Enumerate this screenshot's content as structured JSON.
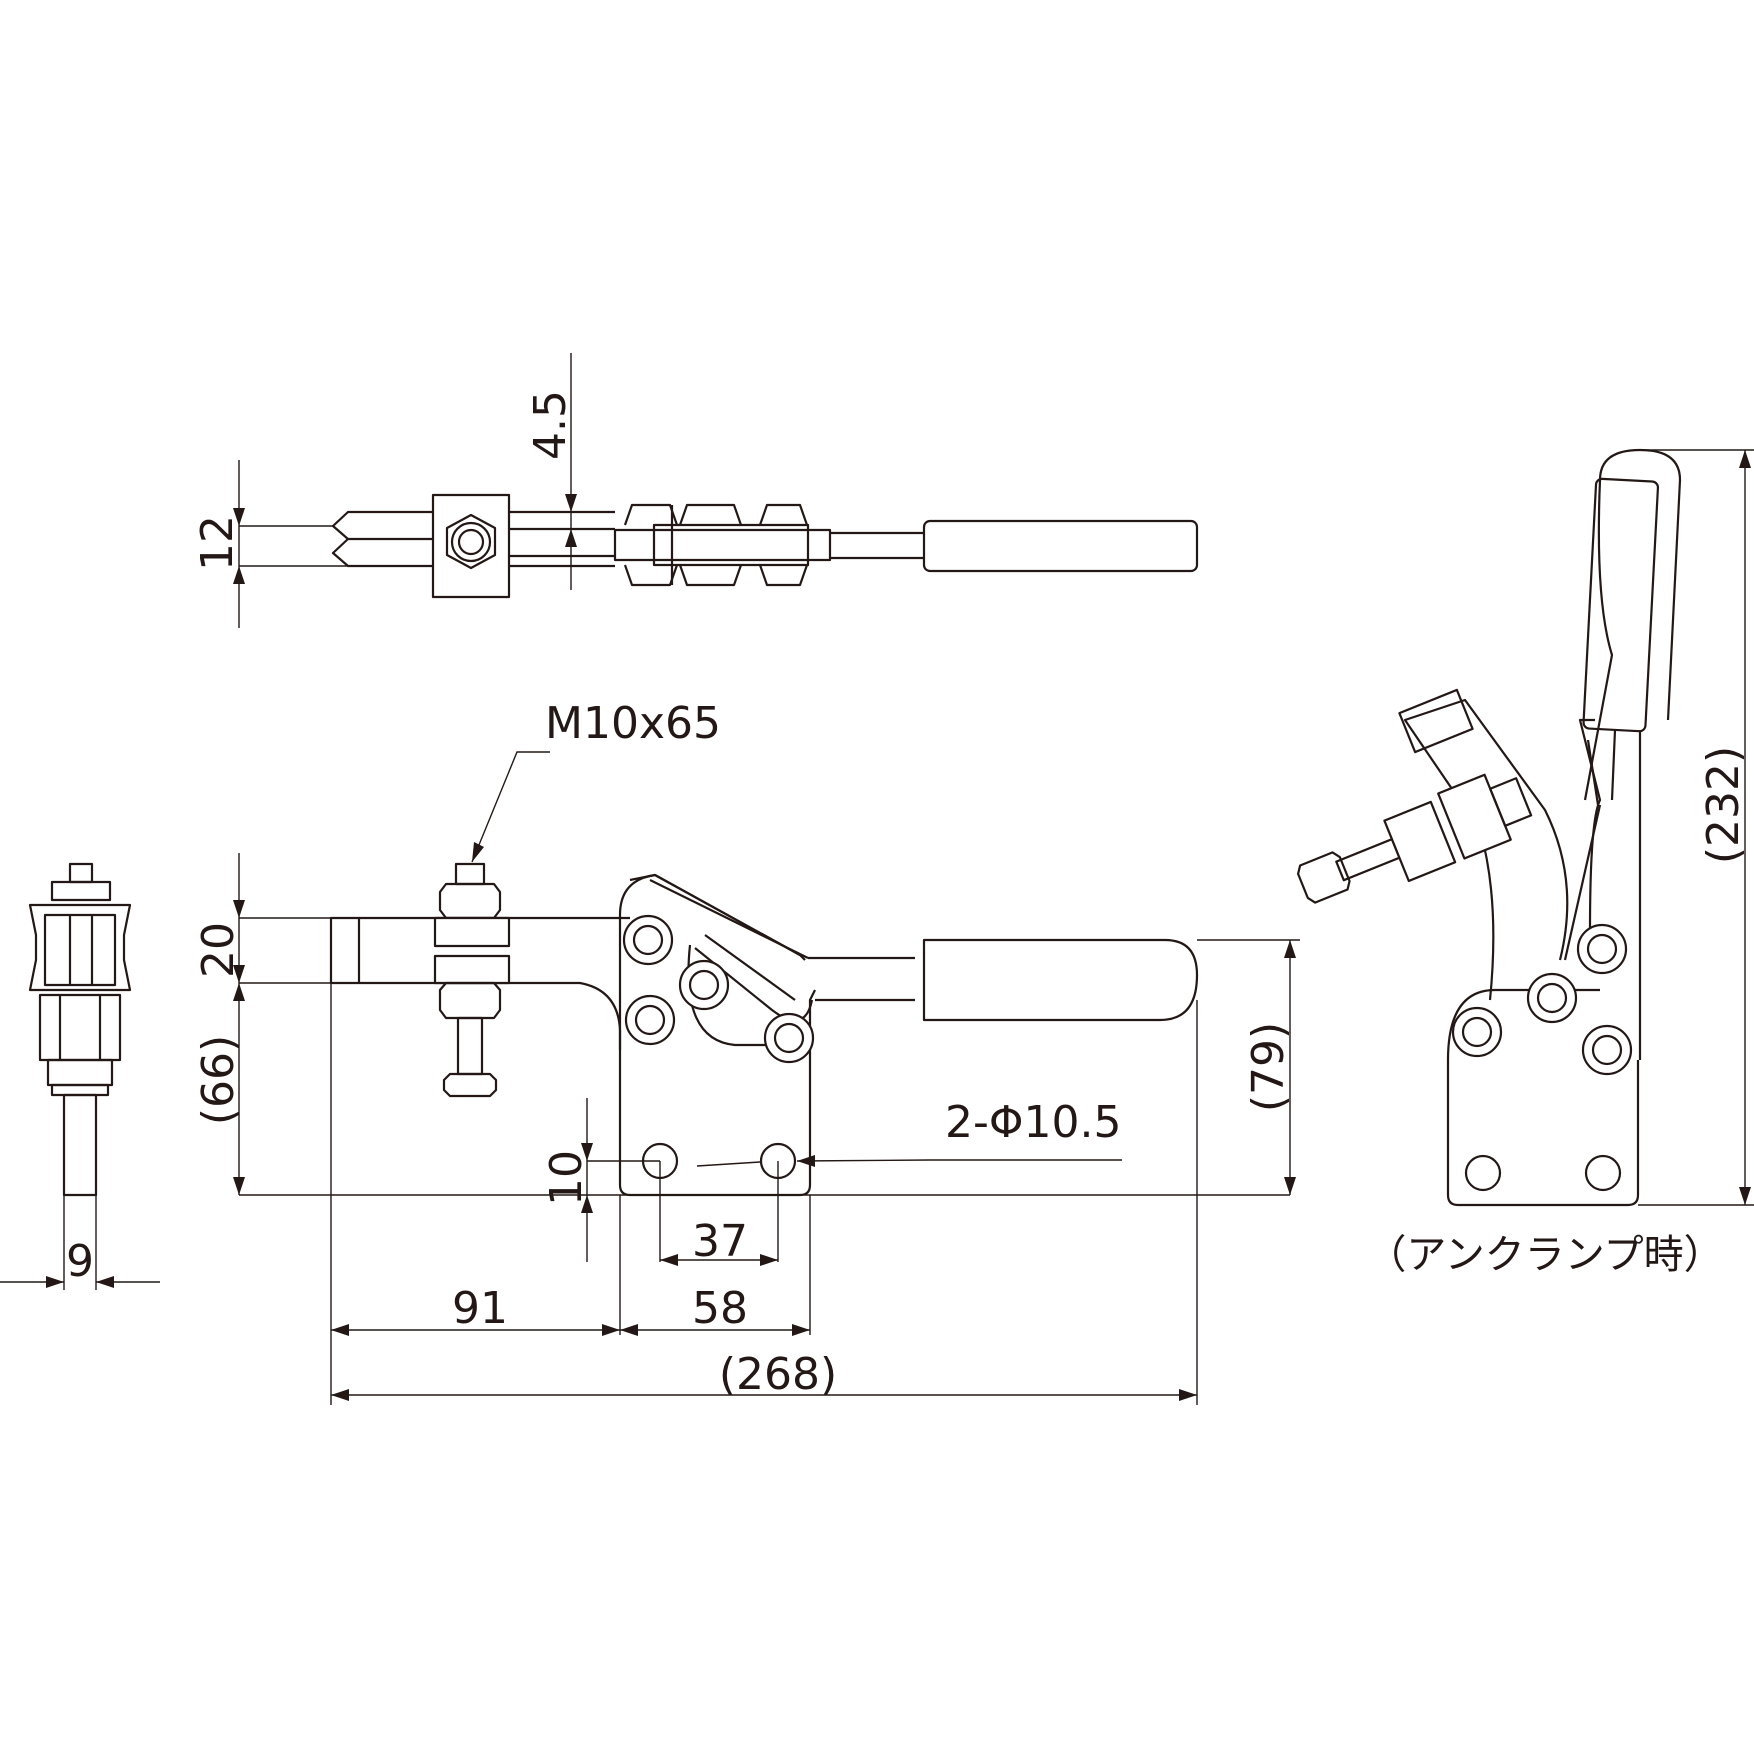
{
  "colors": {
    "line": "#231815",
    "background": "#ffffff"
  },
  "dimensions": {
    "top_thickness": "4.5",
    "top_width": "12",
    "bolt_spec": "M10x65",
    "arm_height": "20",
    "spindle_height": "(66)",
    "handle_height": "(79)",
    "hole_offset": "10",
    "hole_spec": "2-Φ10.5",
    "hole_pitch": "37",
    "nose_length": "91",
    "base_length": "58",
    "overall_length": "(268)",
    "end_width": "9",
    "open_height": "(232)"
  },
  "captions": {
    "unclamped": "（アンクランプ時）"
  }
}
